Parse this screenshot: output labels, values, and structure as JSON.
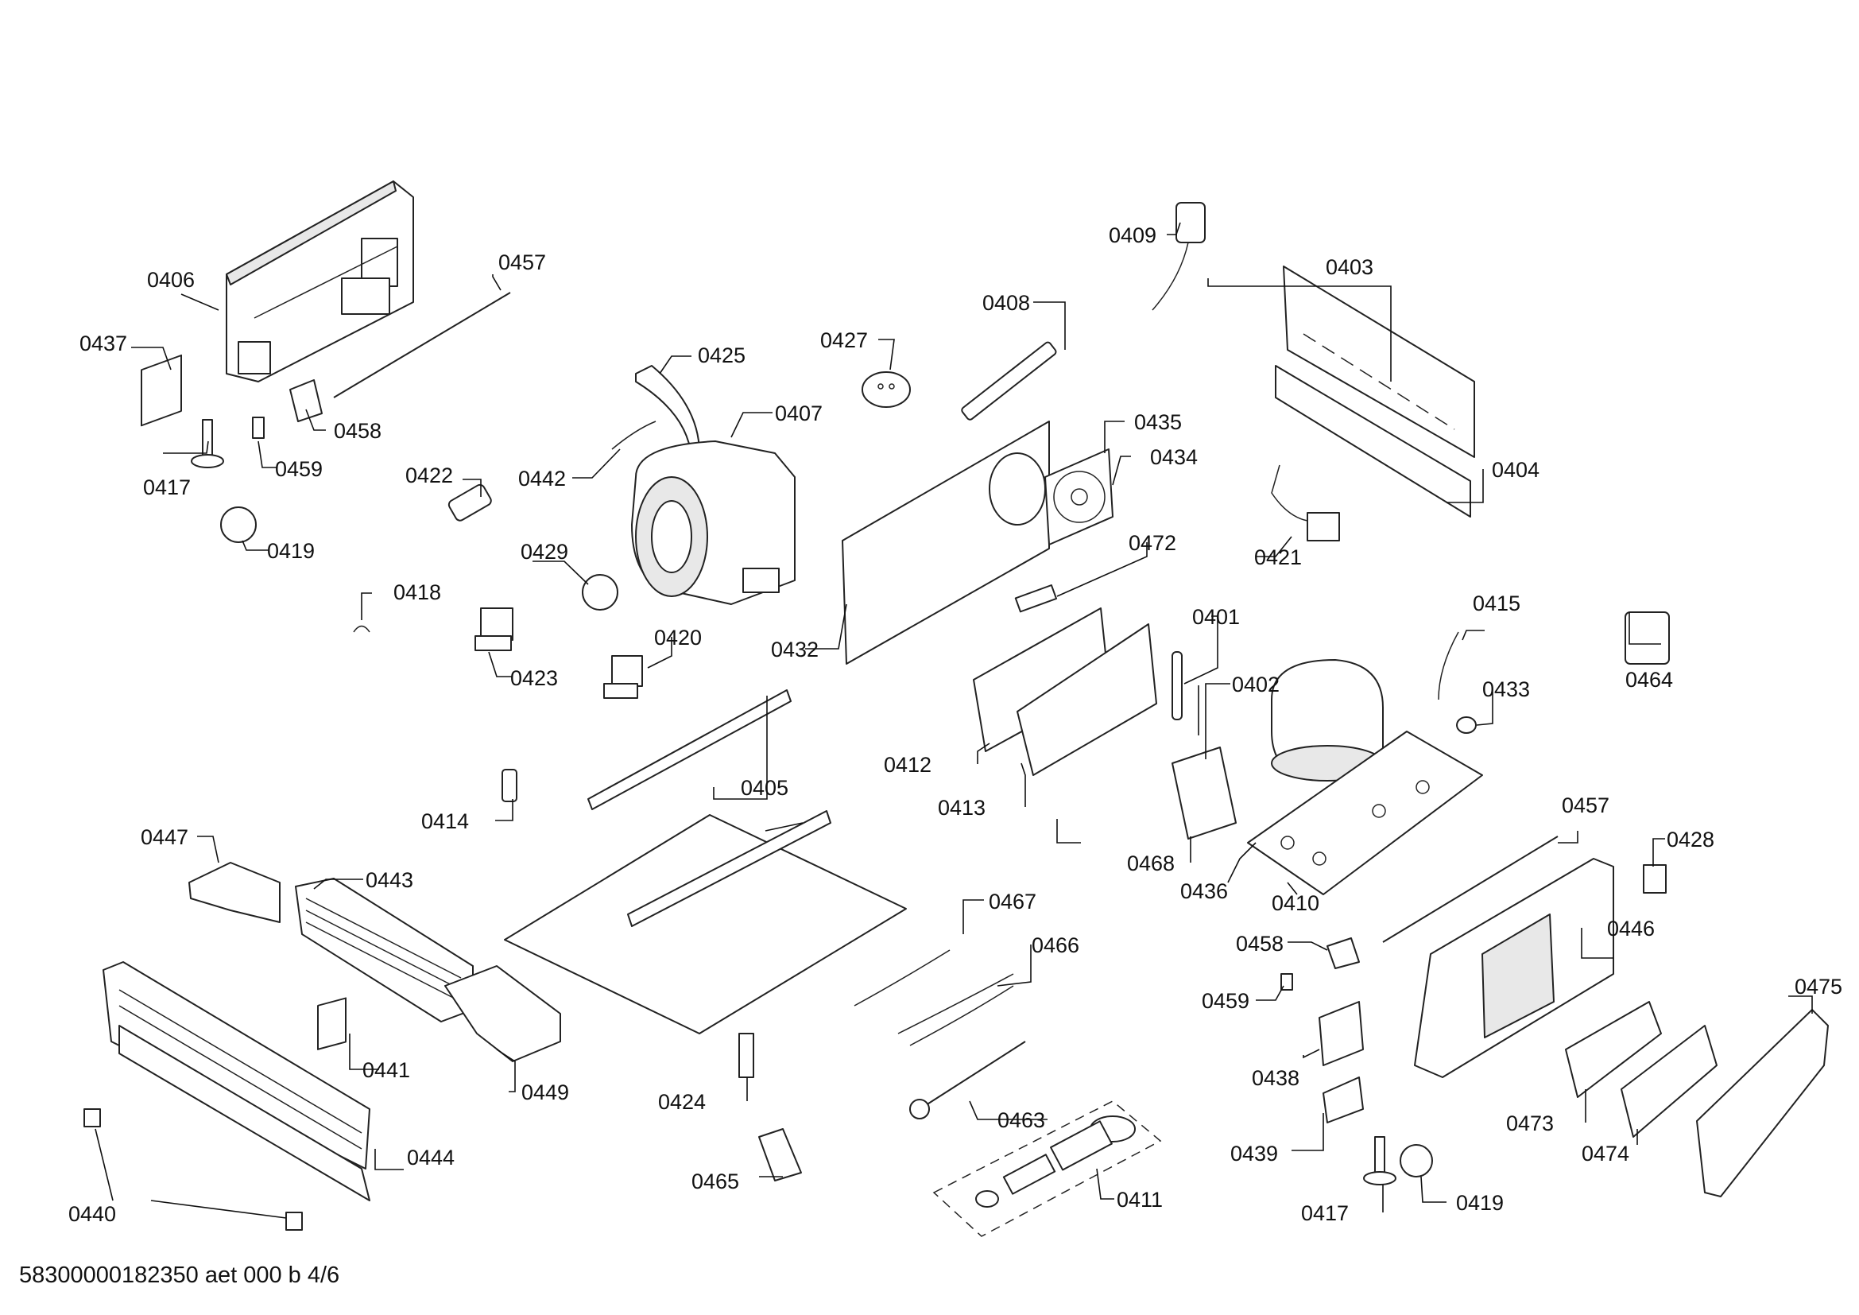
{
  "document": {
    "id": "58300000182350 aet 000 b 4/6"
  },
  "callouts": {
    "c0401": "0401",
    "c0402": "0402",
    "c0403": "0403",
    "c0404": "0404",
    "c0405": "0405",
    "c0406": "0406",
    "c0407": "0407",
    "c0408": "0408",
    "c0409": "0409",
    "c0410": "0410",
    "c0411": "0411",
    "c0412": "0412",
    "c0413": "0413",
    "c0414": "0414",
    "c0415": "0415",
    "c0417a": "0417",
    "c0417b": "0417",
    "c0418": "0418",
    "c0419a": "0419",
    "c0419b": "0419",
    "c0420": "0420",
    "c0421": "0421",
    "c0422": "0422",
    "c0423": "0423",
    "c0424": "0424",
    "c0425": "0425",
    "c0427": "0427",
    "c0428": "0428",
    "c0429": "0429",
    "c0432": "0432",
    "c0433": "0433",
    "c0434": "0434",
    "c0435": "0435",
    "c0436": "0436",
    "c0437": "0437",
    "c0438": "0438",
    "c0439": "0439",
    "c0440": "0440",
    "c0441": "0441",
    "c0442": "0442",
    "c0443": "0443",
    "c0444": "0444",
    "c0446": "0446",
    "c0447": "0447",
    "c0449": "0449",
    "c0457a": "0457",
    "c0457b": "0457",
    "c0458a": "0458",
    "c0458b": "0458",
    "c0459a": "0459",
    "c0459b": "0459",
    "c0463": "0463",
    "c0464": "0464",
    "c0465": "0465",
    "c0466": "0466",
    "c0467": "0467",
    "c0468": "0468",
    "c0472": "0472",
    "c0473": "0473",
    "c0474": "0474",
    "c0475": "0475"
  }
}
